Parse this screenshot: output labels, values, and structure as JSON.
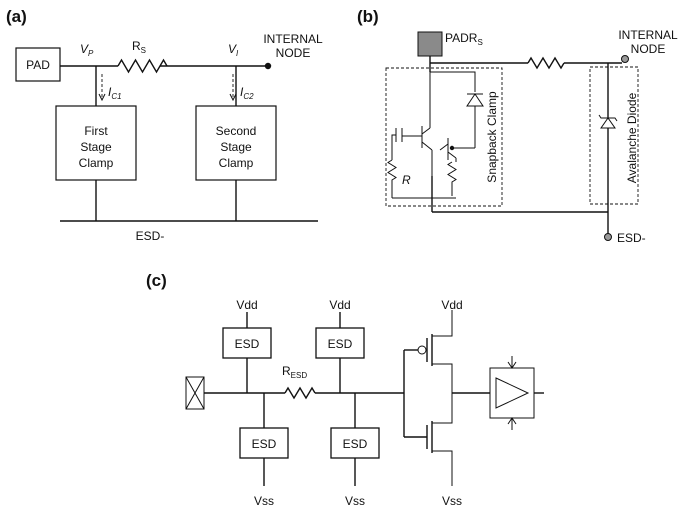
{
  "panel_a": {
    "label": "(a)",
    "pad": "PAD",
    "vp": "V",
    "vp_sub": "P",
    "rs": "R",
    "rs_sub": "S",
    "vi": "V",
    "vi_sub": "I",
    "internal_line1": "INTERNAL",
    "internal_line2": "NODE",
    "ic1": "I",
    "ic1_sub": "C1",
    "ic2": "I",
    "ic2_sub": "C2",
    "clamp1_lines": [
      "First",
      "Stage",
      "Clamp"
    ],
    "clamp2_lines": [
      "Second",
      "Stage",
      "Clamp"
    ],
    "esd_minus": "ESD-"
  },
  "panel_b": {
    "label": "(b)",
    "padr": "PADR",
    "padr_sub": "S",
    "internal_line1": "INTERNAL",
    "internal_line2": "NODE",
    "snapback": "Snapback Clamp",
    "avalanche": "Avalanche Diode",
    "r": "R",
    "esd_minus": "ESD-"
  },
  "panel_c": {
    "label": "(c)",
    "vdd": "Vdd",
    "vss": "Vss",
    "esd": "ESD",
    "resd": "R",
    "resd_sub": "ESD"
  }
}
